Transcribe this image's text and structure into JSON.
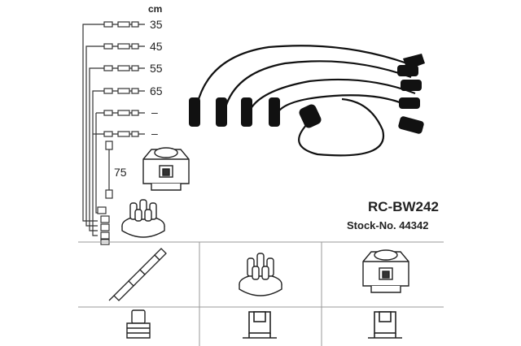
{
  "unit_label": "cm",
  "lengths": [
    "35",
    "45",
    "55",
    "65",
    "–",
    "–"
  ],
  "coil_lead_length": "75",
  "product": {
    "code": "RC-BW242",
    "stock_no": "Stock-No. 44342"
  },
  "legend": {
    "top_row": [
      "spark-plug",
      "distributor-cap",
      "ignition-coil"
    ],
    "bottom_row": [
      "plug-boot-straight",
      "connector-terminal",
      "connector-terminal"
    ]
  },
  "colors": {
    "line": "#222222",
    "grid": "#9a9a9a"
  }
}
